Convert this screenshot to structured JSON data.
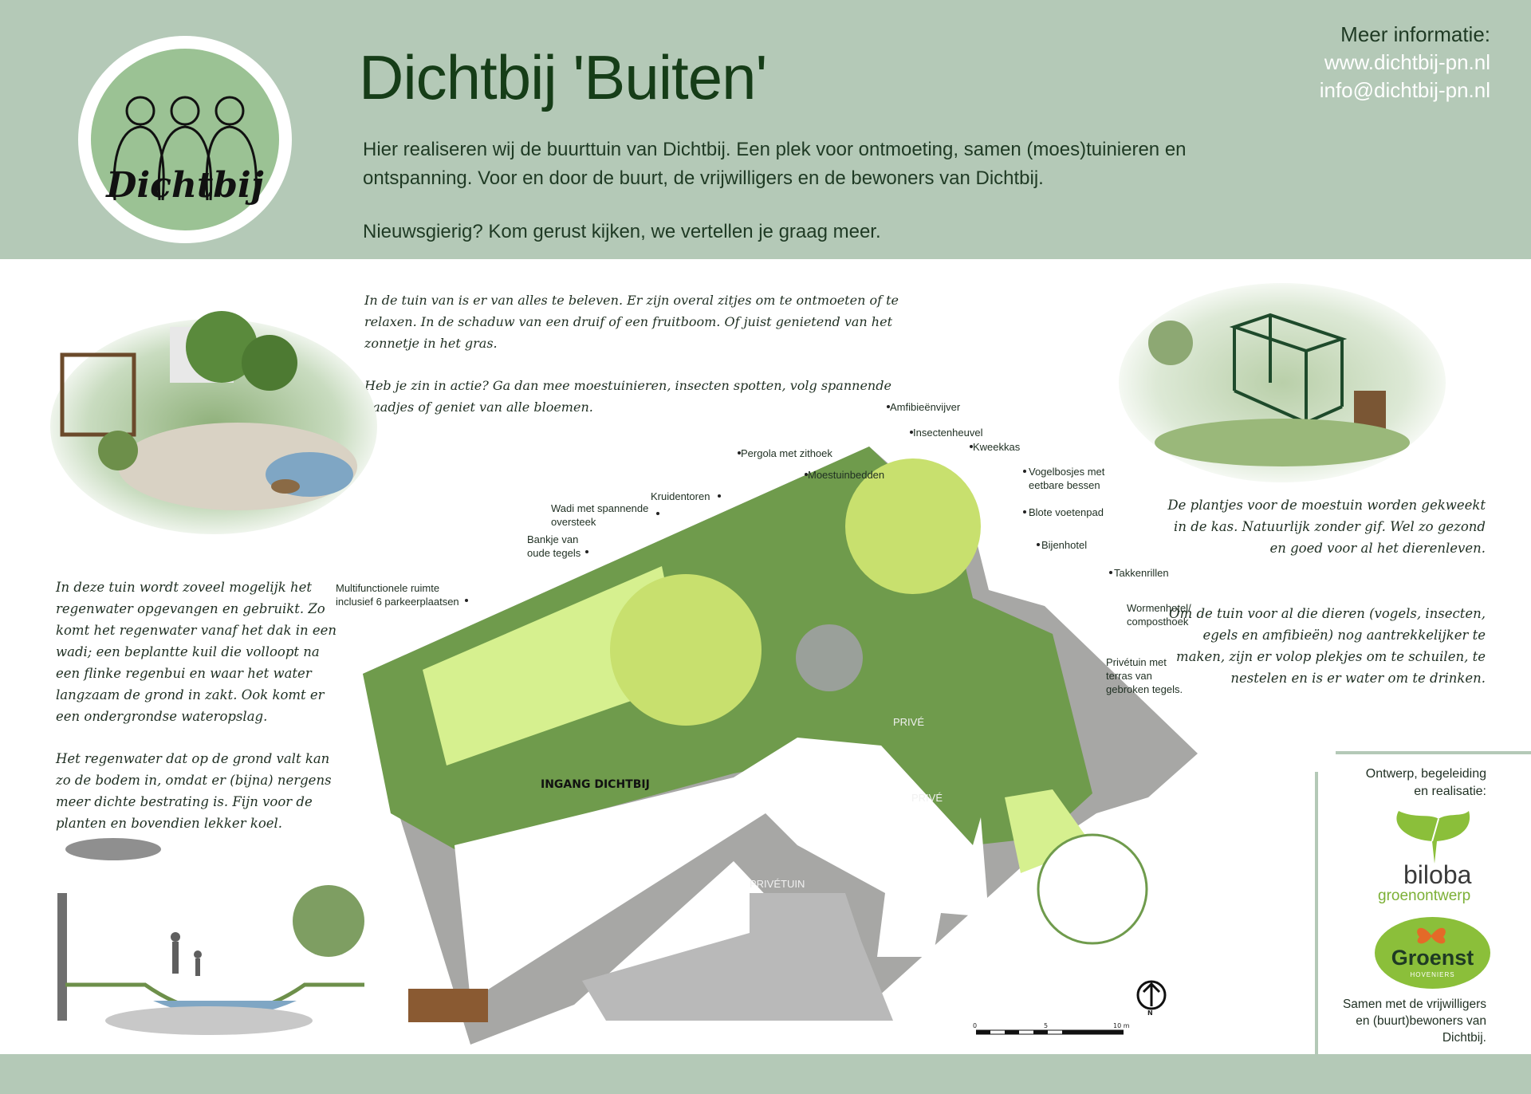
{
  "header": {
    "logo_word": "Dichtbij",
    "title": "Dichtbij 'Buiten'",
    "intro": "Hier realiseren wij de buurttuin van Dichtbij. Een plek voor ontmoeting, samen (moes)tuinieren en ontspanning. Voor en door de buurt, de vrijwilligers en de bewoners van Dichtbij.",
    "invite": "Nieuwsgierig? Kom gerust kijken, we vertellen je graag meer.",
    "contact_heading": "Meer informatie:",
    "website": "www.dichtbij-pn.nl",
    "email": "info@dichtbij-pn.nl"
  },
  "texts": {
    "top_para1": "In de tuin van is er van alles te beleven. Er zijn overal zitjes om te ontmoeten of te relaxen. In de schaduw van een druif of een fruitboom. Of juist genietend van het zonnetje in het gras.",
    "top_para2": "Heb je zin in actie? Ga dan mee moestuinieren, insecten spotten, volg spannende paadjes of geniet van alle bloemen.",
    "left_para1": "In deze tuin wordt zoveel mogelijk het regenwater opgevangen en gebruikt. Zo komt het regenwater vanaf het dak in een wadi; een beplantte kuil die volloopt na een flinke regenbui en waar het water langzaam de grond in zakt. Ook komt er een ondergrondse wateropslag.",
    "left_para2": "Het regenwater dat op de grond valt kan zo de bodem in, omdat er (bijna) nergens meer dichte bestrating is. Fijn voor de planten en bovendien lekker koel.",
    "right_para1": "De plantjes voor de moestuin worden gekweekt in de kas. Natuurlijk zonder gif. Wel zo gezond en goed voor al het dierenleven.",
    "right_para2": "Om de tuin voor al die dieren (vogels, insecten, egels en amfibieën) nog aantrekkelijker te maken, zijn er volop plekjes om te schuilen, te nestelen en is er water om te drinken."
  },
  "plan": {
    "labels": {
      "amfibie": "Amfibieënvijver",
      "insectenheuvel": "Insectenheuvel",
      "kweekkas": "Kweekkas",
      "pergola": "Pergola met zithoek",
      "moestuin": "Moestuinbedden",
      "kruidentoren": "Kruidentoren",
      "vogel1": "Vogelbosjes met",
      "vogel2": "eetbare bessen",
      "blote": "Blote voetenpad",
      "bijen": "Bijenhotel",
      "takken": "Takkenrillen",
      "worm1": "Wormenhotel/",
      "worm2": "composthoek",
      "prive1": "Privétuin met",
      "prive2": "terras van",
      "prive3": "gebroken tegels.",
      "wadi1": "Wadi met spannende",
      "wadi2": "oversteek",
      "bank1": "Bankje van",
      "bank2": "oude tegels",
      "multi1": "Multifunctionele ruimte",
      "multi2": "inclusief 6 parkeerplaatsen",
      "entrance": "INGANG DICHTBIJ",
      "prive_a": "PRIVÉ",
      "prive_b": "PRIVÉ",
      "privetuin": "PRIVÉTUIN",
      "north": "N",
      "scale_0": "0",
      "scale_5": "5",
      "scale_10": "10 m"
    }
  },
  "credits": {
    "heading1": "Ontwerp, begeleiding",
    "heading2": "en realisatie:",
    "biloba": "biloba",
    "biloba_sub": "groenontwerp",
    "groenst": "Groenst",
    "groenst_sub": "HOVENIERS",
    "footer1": "Samen met de vrijwilligers",
    "footer2": "en (buurt)bewoners van",
    "footer3": "Dichtbij."
  },
  "colors": {
    "header_bg": "#b4c9b7",
    "title_green": "#163d18",
    "plan_green": "#6f9b4c",
    "lawn": "#d6f08f",
    "path_grey": "#a7a7a5",
    "building": "#ffffff"
  }
}
